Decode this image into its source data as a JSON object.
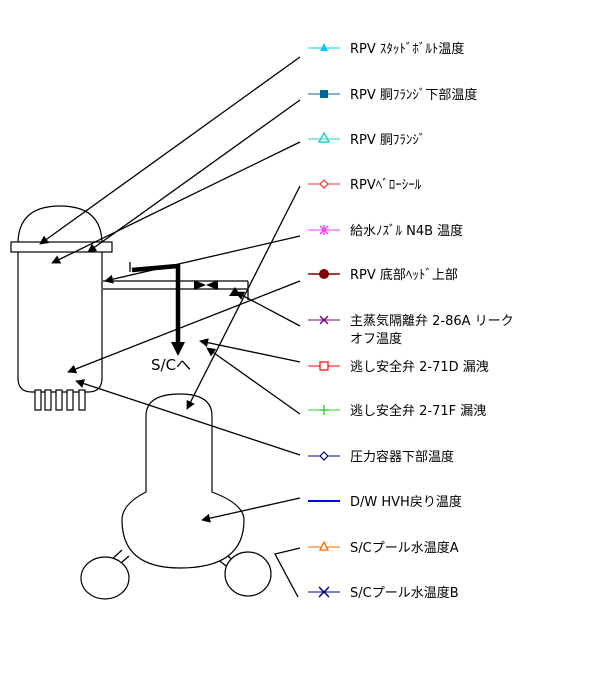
{
  "legend": [
    {
      "label": "RPV ｽﾀｯﾄﾞﾎﾞﾙﾄ温度",
      "color": "#00ccff",
      "marker": "filled-triangle"
    },
    {
      "label": "RPV 胴ﾌﾗﾝｼﾞ下部温度",
      "color": "#006699",
      "marker": "filled-square"
    },
    {
      "label": "RPV 胴ﾌﾗﾝｼﾞ",
      "color": "#33cccc",
      "marker": "open-triangle"
    },
    {
      "label": "RPVﾍﾞﾛｰｼｰﾙ",
      "color": "#ff3333",
      "marker": "open-diamond"
    },
    {
      "label": "給水ﾉｽﾞﾙ N4B 温度",
      "color": "#ff33ff",
      "marker": "star"
    },
    {
      "label": "RPV 底部ﾍｯﾄﾞ上部",
      "color": "#800000",
      "marker": "filled-circle"
    },
    {
      "label": "主蒸気隔離弁 2-86A リーク",
      "label_line2": "オフ温度",
      "color": "#800080",
      "marker": "x"
    },
    {
      "label": "逃し安全弁 2-71D 漏洩",
      "color": "#ff0000",
      "marker": "open-square"
    },
    {
      "label": "逃し安全弁 2-71F 漏洩",
      "color": "#33cc33",
      "marker": "plus"
    },
    {
      "label": "圧力容器下部温度",
      "color": "#000080",
      "marker": "open-diamond"
    },
    {
      "label": "D/W HVH戻り温度",
      "color": "#0000ff",
      "marker": "dash"
    },
    {
      "label": "S/Cプール水温度A",
      "color": "#ff6600",
      "marker": "open-triangle"
    },
    {
      "label": "S/Cプール水温度B",
      "color": "#000080",
      "marker": "x"
    }
  ],
  "sc_label": "S/Cへ"
}
